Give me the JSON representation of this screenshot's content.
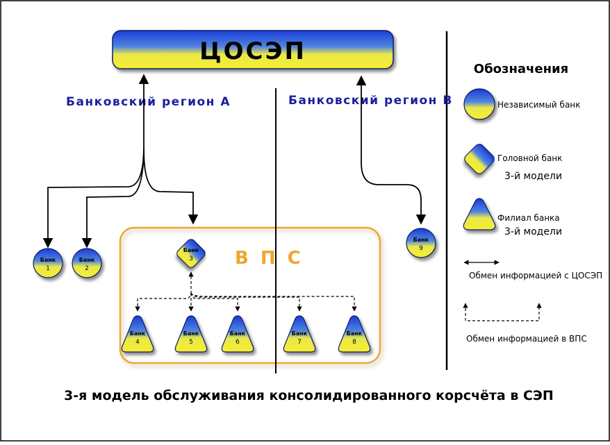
{
  "central": {
    "label": "ЦОСЭП"
  },
  "regions": {
    "a": "Банковский  регион  А",
    "b": "Банковский  регион  В"
  },
  "vps": {
    "label": "В  П  С"
  },
  "banks": [
    {
      "id": "bank-1",
      "shape": "circle",
      "word": "Банк",
      "num": "1"
    },
    {
      "id": "bank-2",
      "shape": "circle",
      "word": "Банк",
      "num": "2"
    },
    {
      "id": "bank-3",
      "shape": "diamond",
      "word": "Банк",
      "num": "3"
    },
    {
      "id": "bank-4",
      "shape": "triangle",
      "word": "Банк",
      "num": "4"
    },
    {
      "id": "bank-5",
      "shape": "triangle",
      "word": "Банк",
      "num": "5"
    },
    {
      "id": "bank-6",
      "shape": "triangle",
      "word": "Банк",
      "num": "6"
    },
    {
      "id": "bank-7",
      "shape": "triangle",
      "word": "Банк",
      "num": "7"
    },
    {
      "id": "bank-8",
      "shape": "triangle",
      "word": "Банк",
      "num": "8"
    },
    {
      "id": "bank-9",
      "shape": "circle",
      "word": "Банк",
      "num": "9"
    }
  ],
  "legend": {
    "title": "Обозначения",
    "independent": "Независимый банк",
    "head_1": "Головной банк",
    "head_2": "3-й модели",
    "branch_1": "Филиал банка",
    "branch_2": "3-й модели",
    "exchange_cosep": "Обмен информацией с ЦОСЭП",
    "exchange_vps": "Обмен информацией в ВПС"
  },
  "caption": "3-я  модель  обслуживания  консолидированного  корсчёта  в  СЭП",
  "colors": {
    "blue": "#1e3ccf",
    "yellow": "#f4ee3a",
    "navy": "#1a1f9c",
    "orange": "#f0a530",
    "black": "#000000"
  }
}
